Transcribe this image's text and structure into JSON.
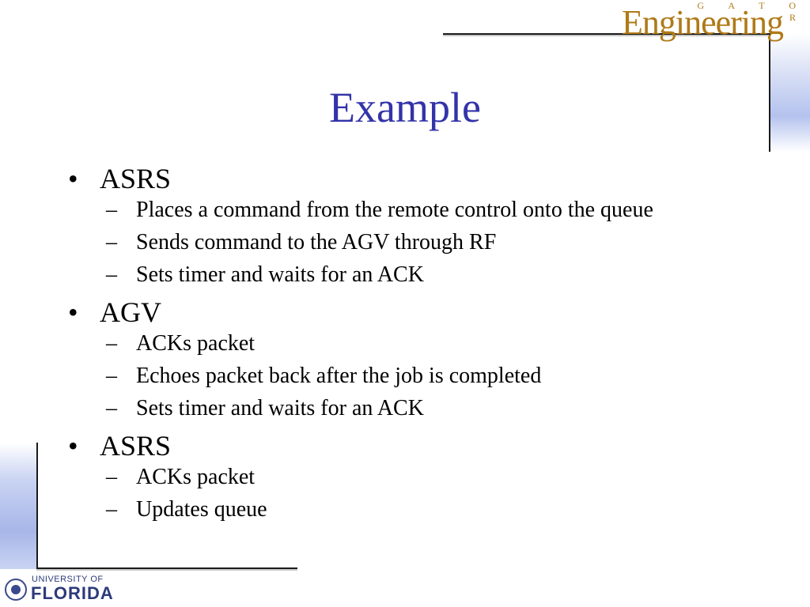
{
  "branding": {
    "header_small": "G A T O R",
    "header_main": "Engineering",
    "footer_small": "UNIVERSITY OF",
    "footer_main": "FLORIDA"
  },
  "title": "Example",
  "sections": [
    {
      "label": "ASRS",
      "items": [
        {
          "text": "Places a command from the remote control onto the queue"
        },
        {
          "text": "Sends command to the AGV through RF"
        },
        {
          "text": "Sets timer and waits for an ACK"
        }
      ]
    },
    {
      "label": "AGV",
      "items": [
        {
          "text": "ACKs packet"
        },
        {
          "text": "Echoes packet back after the job is completed"
        },
        {
          "text": "Sets timer and waits for an ACK"
        }
      ]
    },
    {
      "label": "ASRS",
      "items": [
        {
          "text": "ACKs packet"
        },
        {
          "text": "Updates queue"
        }
      ]
    }
  ],
  "symbols": {
    "bullet": "•",
    "dash": "–"
  },
  "colors": {
    "title": "#3333aa",
    "logo": "#b07a18",
    "uf_blue": "#2d3a7a"
  }
}
